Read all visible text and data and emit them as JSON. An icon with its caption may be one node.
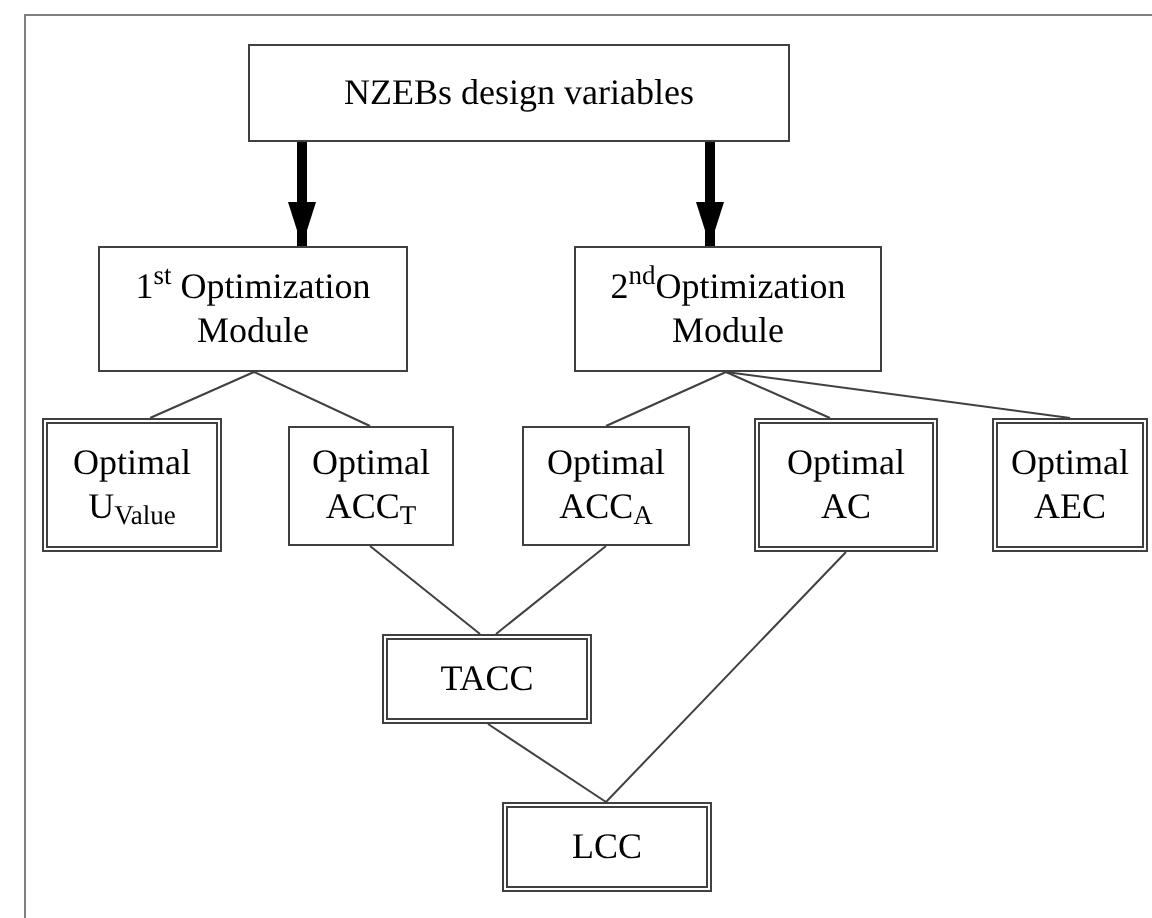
{
  "diagram": {
    "nodes": [
      {
        "text": [
          "NZEBs design variables"
        ]
      },
      {
        "text": [
          "1$^{st}$ Optimization Module"
        ]
      },
      {
        "text": [
          "2$^{nd}$Optimization Module"
        ]
      },
      {
        "text": [
          "Optimal U$_{Value}$"
        ]
      },
      {
        "text": [
          "Optimal ACC$_{T}$"
        ]
      },
      {
        "text": [
          "Optimal ACC$_{A}$"
        ]
      },
      {
        "text": [
          "Optimal AC"
        ]
      },
      {
        "text": [
          "Optimal AEC"
        ]
      },
      {
        "text": [
          "TACC"
        ]
      },
      {
        "text": [
          "LCC"
        ]
      }
    ],
    "edges": [
      {
        "from": 0,
        "to": 1,
        "arrow": "to",
        "style": "thick"
      },
      {
        "from": 0,
        "to": 2,
        "arrow": "to",
        "style": "thick"
      },
      {
        "from": 1,
        "to": 3,
        "arrow": "none"
      },
      {
        "from": 1,
        "to": 4,
        "arrow": "none"
      },
      {
        "from": 2,
        "to": 5,
        "arrow": "none"
      },
      {
        "from": 2,
        "to": 6,
        "arrow": "none"
      },
      {
        "from": 2,
        "to": 7,
        "arrow": "none"
      },
      {
        "from": 4,
        "to": 8,
        "arrow": "none"
      },
      {
        "from": 5,
        "to": 8,
        "arrow": "none"
      },
      {
        "from": 8,
        "to": 9,
        "arrow": "none"
      },
      {
        "from": 6,
        "to": 9,
        "arrow": "none"
      }
    ]
  }
}
